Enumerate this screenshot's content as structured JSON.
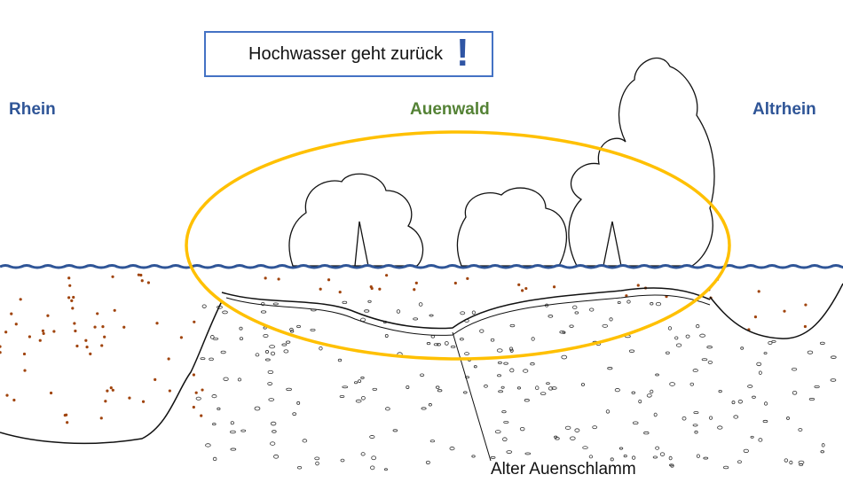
{
  "title": {
    "text": "Hochwasser geht zurück",
    "mark": "!"
  },
  "labels": {
    "left": "Rhein",
    "center": "Auenwald",
    "right": "Altrhein",
    "bottom": "Alter Auenschlamm"
  },
  "colors": {
    "water": "#2f5597",
    "forest": "#548235",
    "ellipse": "#ffc000",
    "sediment_dots": "#a0440d",
    "box_border": "#4472c4"
  }
}
